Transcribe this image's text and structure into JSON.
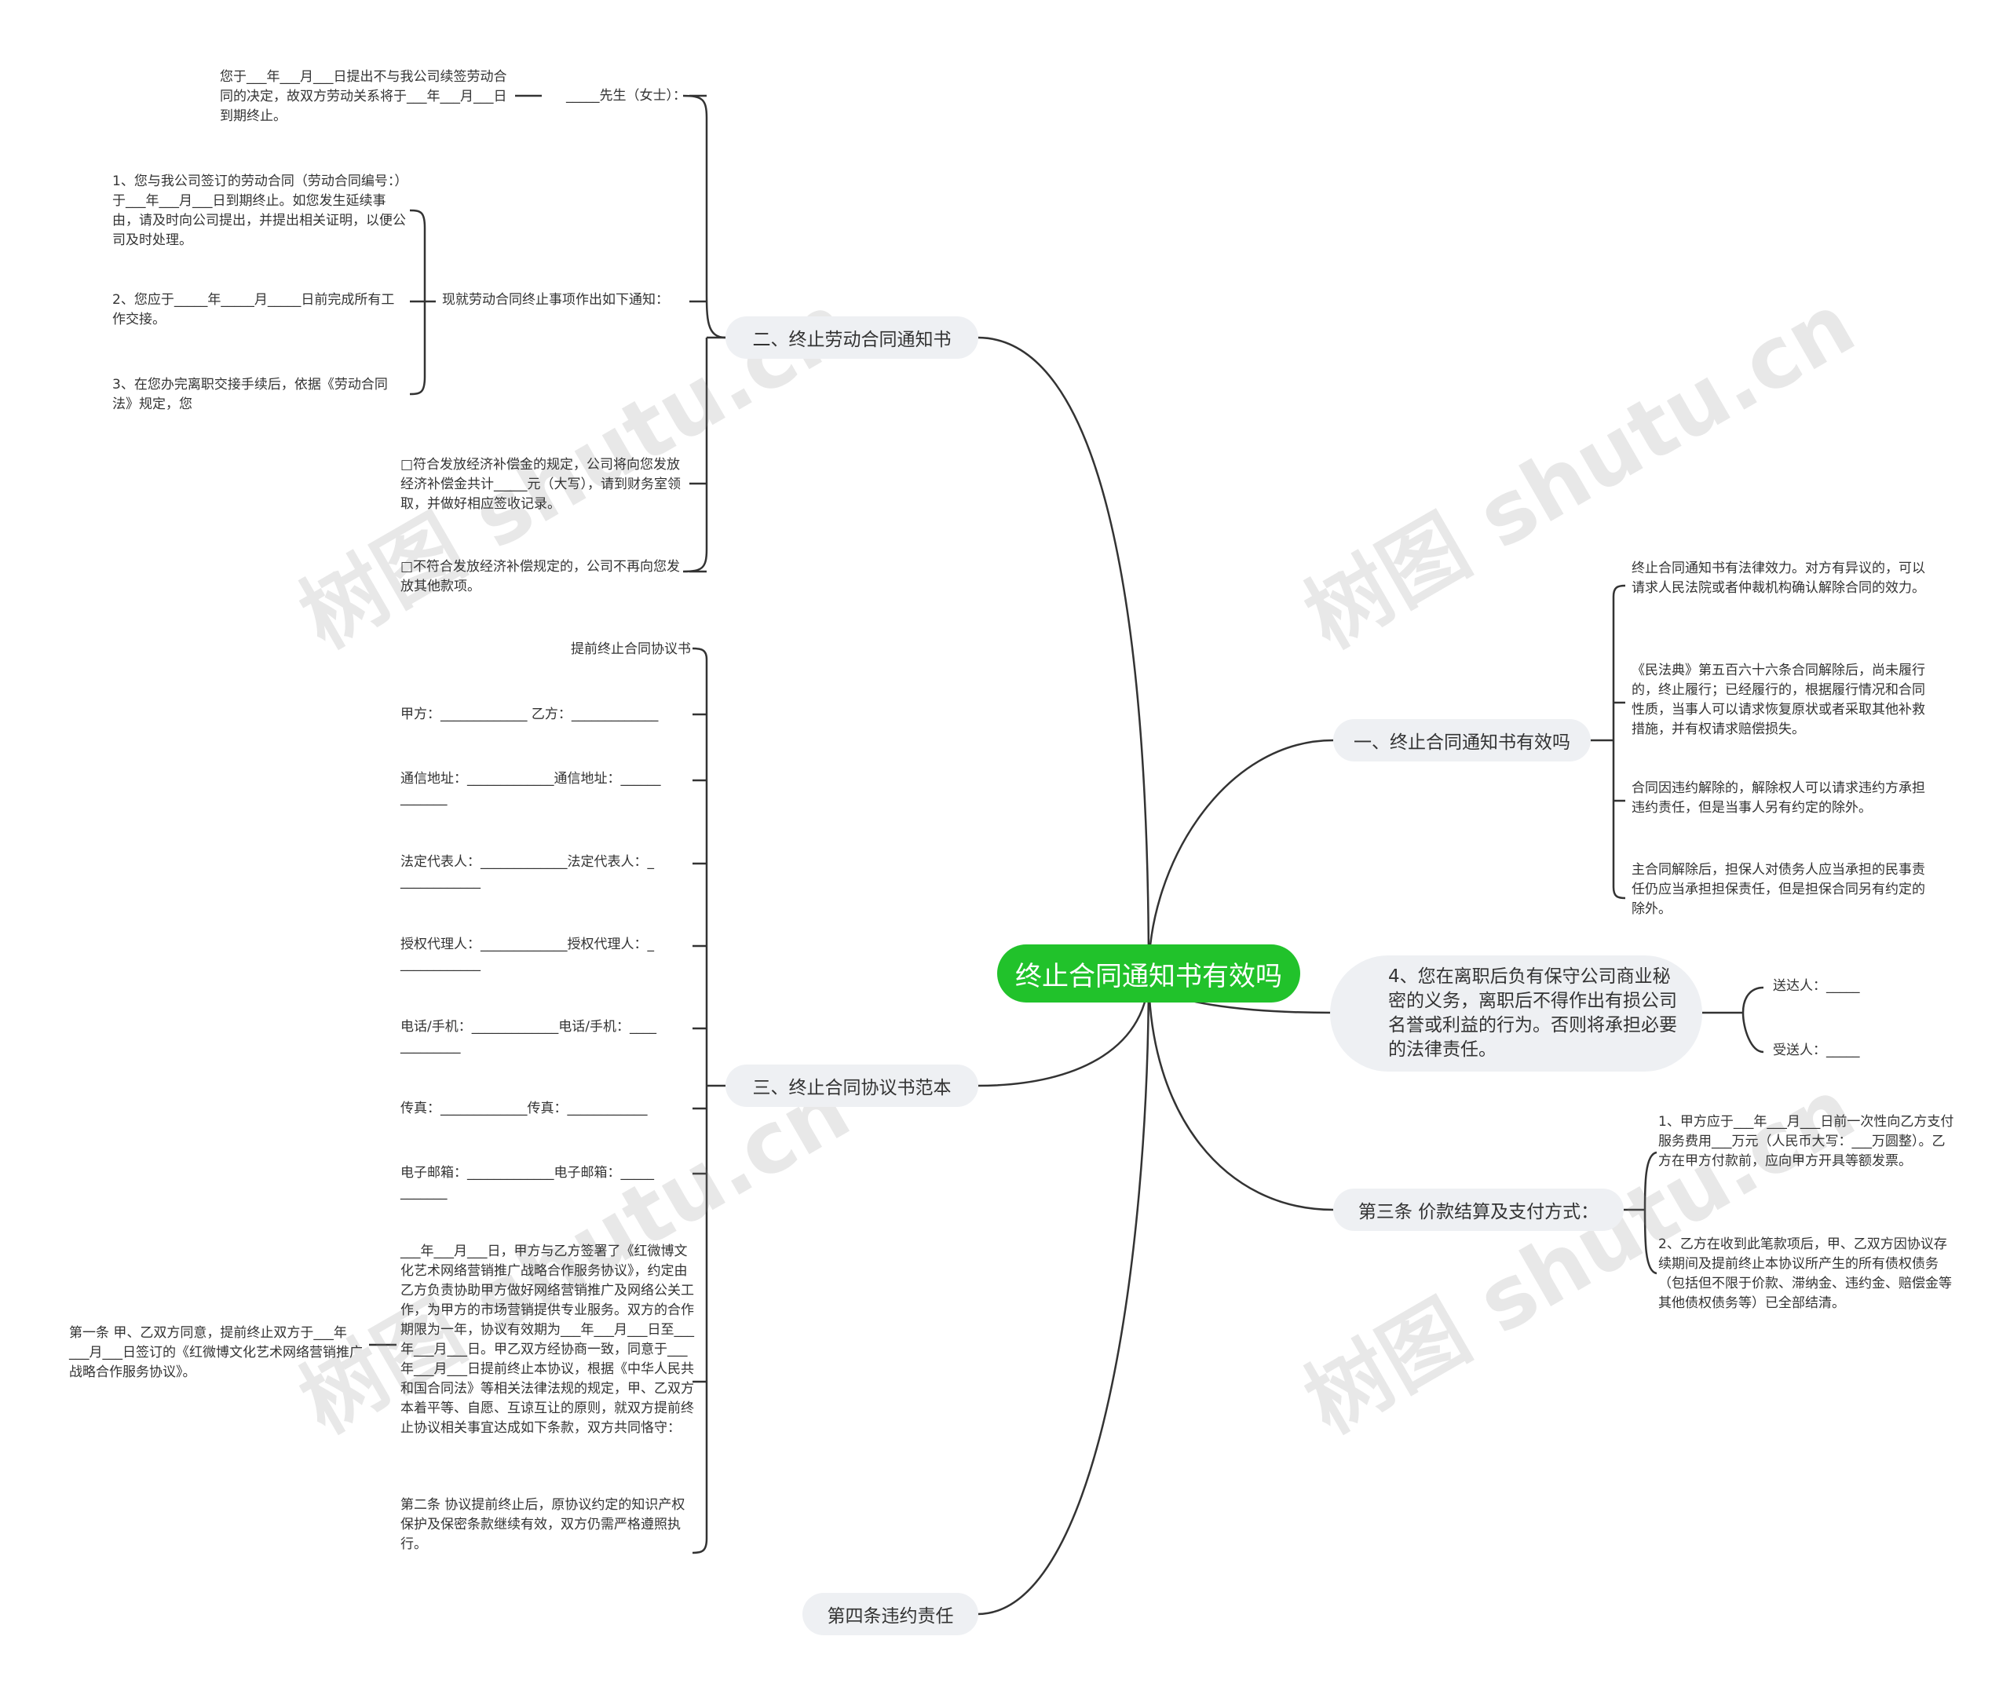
{
  "central": "终止合同通知书有效吗",
  "watermark": "树图 shutu.cn",
  "colors": {
    "central": "#21c22b",
    "branch_bg": "#eef0f3",
    "line": "#333333"
  },
  "branches": {
    "b2": {
      "label": "二、终止劳动合同通知书",
      "gentleman": "_____先生（女士）：",
      "notice_date": "您于___年___月___日提出不与我公司续签劳动合同的决定，故双方劳动关系将于___年___月___日到期终止。",
      "intro": "现就劳动合同终止事项作出如下通知：",
      "items": [
        "1、您与我公司签订的劳动合同（劳动合同编号：）于___年___月___日到期终止。如您发生延续事由，请及时向公司提出，并提出相关证明，以便公司及时处理。",
        "2、您应于_____年_____月_____日前完成所有工作交接。",
        "3、在您办完离职交接手续后，依据《劳动合同法》规定，您"
      ],
      "comp_yes": "□符合发放经济补偿金的规定，公司将向您发放经济补偿金共计_____元（大写），请到财务室领取，并做好相应签收记录。",
      "comp_no": "□不符合发放经济补偿规定的，公司不再向您发放其他款项。"
    },
    "b3": {
      "label": "三、终止合同协议书范本",
      "items": [
        "提前终止合同协议书",
        " 甲方：_____________  乙方：_____________",
        "通信地址：_____________通信地址：______\n_______",
        "法定代表人：_____________法定代表人：_\n____________",
        "授权代理人：_____________授权代理人：_\n____________",
        "电话/手机：_____________电话/手机：____\n_________",
        "  传真：_____________传真：____________",
        "电子邮箱：_____________电子邮箱：_____\n_______",
        "___年___月___日，甲方与乙方签署了《红微博文化艺术网络营销推广战略合作服务协议》，约定由乙方负责协助甲方做好网络营销推广及网络公关工作，为甲方的市场营销提供专业服务。双方的合作期限为一年，协议有效期为___年___月___日至___年___月___日。甲乙双方经协商一致，同意于___年___月___日提前终止本协议，根据《中华人民共和国合同法》等相关法律法规的规定，甲、乙双方本着平等、自愿、互谅互让的原则，就双方提前终止协议相关事宜达成如下条款，双方共同恪守：",
        "第二条 协议提前终止后，原协议约定的知识产权保护及保密条款继续有效，双方仍需严格遵照执行。"
      ],
      "first_clause": "第一条 甲、乙双方同意，提前终止双方于___年___月___日签订的《红微博文化艺术网络营销推广战略合作服务协议》。"
    },
    "b4": {
      "label": "第四条违约责任"
    },
    "b1": {
      "label": "一、终止合同通知书有效吗",
      "items": [
        "终止合同通知书有法律效力。对方有异议的，可以请求人民法院或者仲裁机构确认解除合同的效力。",
        "《民法典》第五百六十六条合同解除后，尚未履行的，终止履行；已经履行的，根据履行情况和合同性质，当事人可以请求恢复原状或者采取其他补救措施，并有权请求赔偿损失。",
        "合同因违约解除的，解除权人可以请求违约方承担违约责任，但是当事人另有约定的除外。",
        "主合同解除后，担保人对债务人应当承担的民事责任仍应当承担担保责任，但是担保合同另有约定的除外。"
      ]
    },
    "b5": {
      "label": "4、您在离职后负有保守公司商业秘密的义务，离职后不得作出有损公司名誉或利益的行为。否则将承担必要的法律责任。",
      "items": [
        "送达人：_____",
        "受送人：_____"
      ]
    },
    "b6": {
      "label": "第三条 价款结算及支付方式：",
      "items": [
        "1、甲方应于___年___月___日前一次性向乙方支付服务费用___万元（人民币大写：___万圆整）。乙方在甲方付款前，应向甲方开具等额发票。",
        "2、乙方在收到此笔款项后，甲、乙双方因协议存续期间及提前终止本协议所产生的所有债权债务（包括但不限于价款、滞纳金、违约金、赔偿金等其他债权债务等）已全部结清。"
      ]
    }
  }
}
